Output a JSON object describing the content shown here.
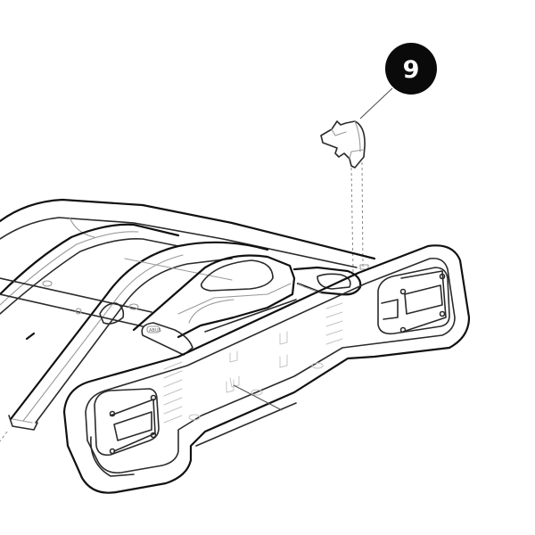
{
  "diagram": {
    "type": "exploded parts diagram",
    "subject": "bike carrier tow-bar rack (rear view, line art)",
    "callouts": [
      {
        "number": "9",
        "part": "clip / latch piece above lamp-bar end"
      }
    ],
    "colors": {
      "background": "#ffffff",
      "line": "#2a2a2a",
      "callout_fill": "#0a0a0a",
      "callout_text": "#ffffff"
    }
  }
}
